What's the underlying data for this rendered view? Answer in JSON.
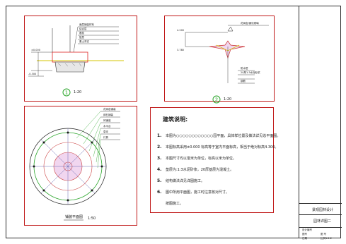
{
  "drawing": {
    "detail1": {
      "number": "1",
      "scale": "1:20"
    },
    "detail2": {
      "number": "2",
      "scale": "1:20"
    },
    "plan": {
      "caption": "铺装平面图",
      "scale": "1:50"
    }
  },
  "notes": {
    "title": "建筑说明:",
    "items": [
      {
        "num": "1.",
        "text": "本图为○○○○○○○○○○○○园平面，具体样位置及做法详见总平面图。"
      },
      {
        "num": "2.",
        "text": "本图标高采用±0.000  标高等于室内平面标高，相当于绝对标高4.300。"
      },
      {
        "num": "3.",
        "text": "本图尺寸均以毫米为单位，标高以米为单位。"
      },
      {
        "num": "4.",
        "text": "垫层为:1:3水泥砂浆，20厚基层为混凝土。"
      },
      {
        "num": "5.",
        "text": "结构做法详见详图施工。"
      },
      {
        "num": "6.",
        "text": "图中所用平面图，施工时注意核对尺寸。"
      },
      {
        "num": "",
        "text": "按图施工。"
      }
    ]
  },
  "titleblock": {
    "project": "景观园林设计",
    "sheet_name": "园林详图二",
    "rows": [
      {
        "label": "设计编号",
        "value": ""
      },
      {
        "label": "图号",
        "value": "图 号"
      },
      {
        "label": "日期",
        "value": "比例1:2:2"
      }
    ]
  },
  "detail1_labels": [
    "面层铺装材料",
    "结合层",
    "基层",
    "垫层",
    "素土夯实"
  ],
  "detail1_dims": [
    "±0.000",
    "-0.300"
  ],
  "detail2_labels": [
    "花岗岩/钢化玻璃",
    "防水层",
    "20厚1:3水泥砂浆",
    "钢筋"
  ],
  "detail2_dims": [
    "4.200",
    "3.780"
  ],
  "plan_labels": [
    "花岗岩铺装",
    "卵石铺装",
    "砖铺装",
    "木平台",
    "草坪",
    "灯具"
  ]
}
